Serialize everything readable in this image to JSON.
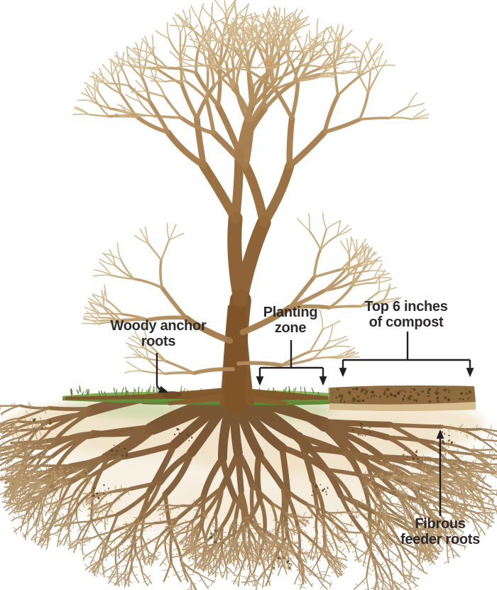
{
  "labels": {
    "woody_anchor_roots": {
      "line1": "Woody anchor",
      "line2": "roots"
    },
    "planting_zone": {
      "line1": "Planting",
      "line2": "zone"
    },
    "top_compost": {
      "line1": "Top 6 inches",
      "line2": "of compost"
    },
    "fibrous_feeder_rootsری": null,
    "fibrous_feeder_roots": {
      "line1": "Fibrous",
      "line2": "feeder roots"
    }
  },
  "colors": {
    "label_text": "#2d2a2b",
    "leader_line": "#231f20",
    "grass_green": "#76a14c",
    "grass_dark": "#4e7c33",
    "grass_light": "#9dbd6d",
    "soil_beige": "#f0e3c9",
    "green_wash": "#bed29c",
    "compost_brown": "#8d6b3e",
    "compost_speckle": "#4b3721",
    "compost_band": "#d6bc8e",
    "trunk_brown": "#83592e",
    "root_brown": "#7b5530",
    "branch_tan": "#c9ab7c",
    "root_hair_tan": "#b79a70"
  }
}
